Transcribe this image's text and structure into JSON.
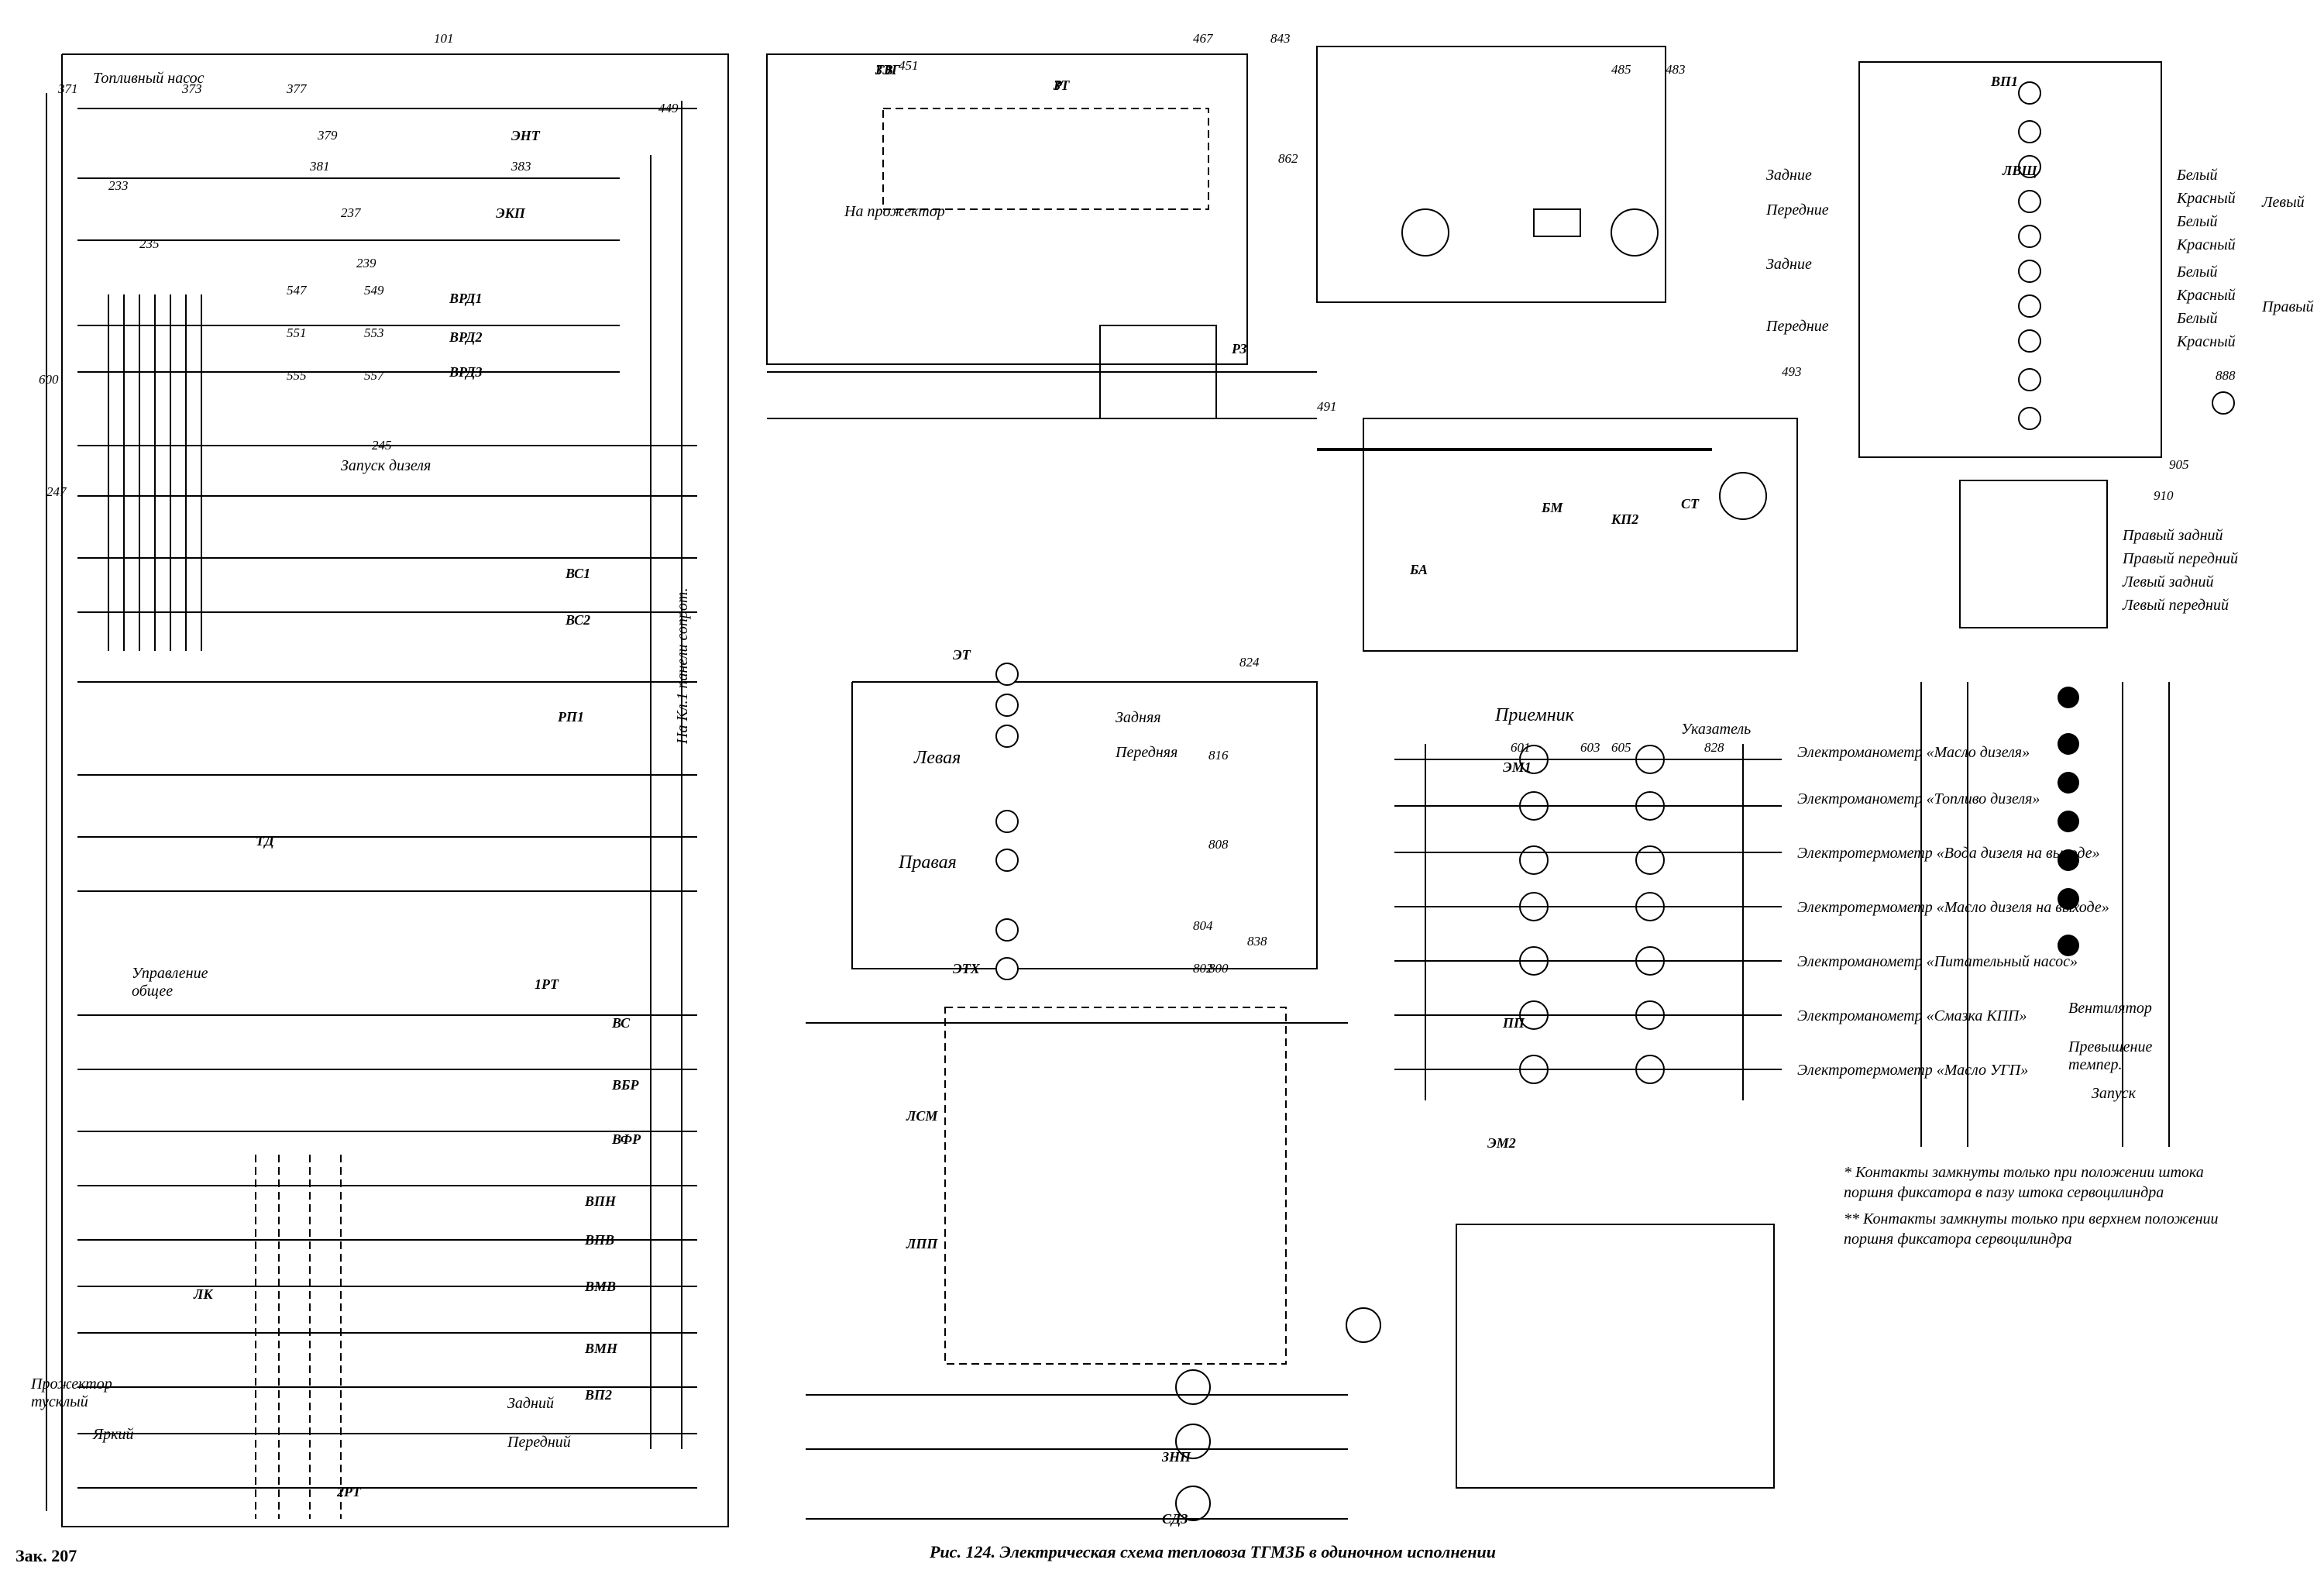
{
  "caption": "Рис. 124. Электрическая схема тепловоза ТГМ3Б в одиночном исполнении",
  "page_mark": "Зак. 207",
  "labels": {
    "fuel_pump": "Топливный насос",
    "diesel_start": "Запуск дизеля",
    "control_general": "Управление общее",
    "receiver": "Приемник",
    "indicator": "Указатель",
    "to_kl1": "На Кл.1 панели сопрот.",
    "on_projector": "На прожектор",
    "projector_dim": "Прожектор тусклый",
    "bright": "Яркий",
    "rear": "Задний",
    "front": "Передний",
    "left": "Левая",
    "right": "Правая",
    "rear_f": "Задняя",
    "front_f": "Передняя",
    "start": "Запуск",
    "overheat": "Превышение темпер.",
    "fan": "Вентилятор"
  },
  "gauges": [
    "Электроманометр «Масло дизеля»",
    "Электроманометр «Топливо дизеля»",
    "Электротермометр «Вода дизеля на выходе»",
    "Электротермометр «Масло дизеля на выходе»",
    "Электроманометр «Питательный насос»",
    "Электроманометр «Смазка КПП»",
    "Электротермометр «Масло УГП»"
  ],
  "lights_right": [
    "Белый",
    "Красный",
    "Белый",
    "Красный",
    "Белый",
    "Красный",
    "Белый",
    "Красный"
  ],
  "lights_side": [
    "Левый",
    "Правый"
  ],
  "lights_dir": [
    "Задние",
    "Передние",
    "Задние",
    "Передние"
  ],
  "lamp_pos": [
    "Правый задний",
    "Правый передний",
    "Левый задний",
    "Левый передний"
  ],
  "notes": [
    "* Контакты замкнуты только при положении штока поршня фиксатора в пазу штока сервоцилиндра",
    "** Контакты замкнуты только при верхнем положении поршня фиксатора сервоцилиндра"
  ],
  "wire_numbers": [
    "101",
    "467",
    "451",
    "449",
    "233",
    "235",
    "237",
    "239",
    "245",
    "247",
    "371",
    "373",
    "377",
    "379",
    "381",
    "383",
    "483",
    "485",
    "491",
    "493",
    "547",
    "549",
    "551",
    "553",
    "555",
    "557",
    "600",
    "601",
    "603",
    "605",
    "828",
    "824",
    "816",
    "808",
    "804",
    "802",
    "800",
    "838",
    "843",
    "862",
    "888",
    "905",
    "910"
  ],
  "components": [
    "ГВ",
    "ЗТ",
    "ЭНТ",
    "ЭКП",
    "ВРД1",
    "ВРД2",
    "ВРД3",
    "ВС1",
    "ВС2",
    "РП1",
    "РЗ",
    "БА",
    "СТ",
    "КП2",
    "БМ",
    "ТД",
    "ВС",
    "ВБР",
    "ВФР",
    "ВПН",
    "ВПВ",
    "ВМВ",
    "ВМН",
    "ВП2",
    "ВП1",
    "ЛВЩ",
    "ЛК",
    "ПП",
    "ЭМ1",
    "ЭМ2",
    "ЭТ",
    "ЭТХ",
    "ЛСМ",
    "ЛПП",
    "1РТ",
    "2РТ",
    "СДЗ",
    "ЗНП",
    "ЗЭГ",
    "Р"
  ]
}
